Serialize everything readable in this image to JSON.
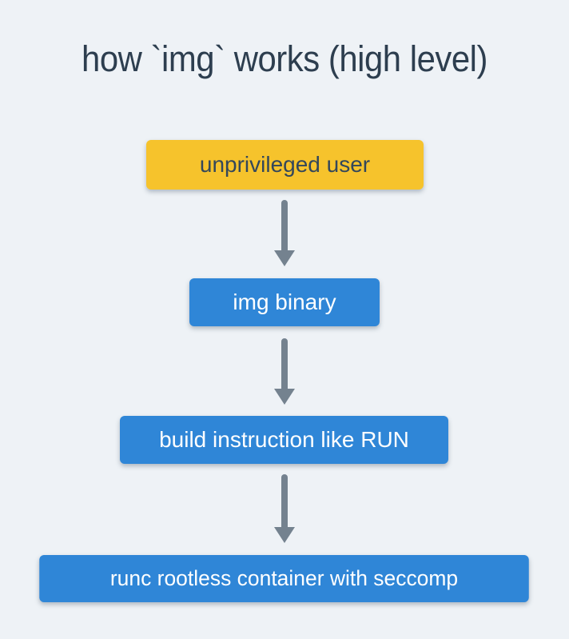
{
  "title": "how `img` works (high level)",
  "colors": {
    "background": "#eef2f6",
    "title_text": "#2d3e4f",
    "arrow": "#74828f",
    "box_yellow": "#f6c32c",
    "box_yellow_text": "#33475b",
    "box_blue": "#2f86d7",
    "box_blue_text": "#ffffff"
  },
  "nodes": [
    {
      "id": "unprivileged-user",
      "label": "unprivileged user",
      "color": "#f6c32c",
      "text_color": "#33475b"
    },
    {
      "id": "img-binary",
      "label": "img binary",
      "color": "#2f86d7",
      "text_color": "#ffffff"
    },
    {
      "id": "build-instruction",
      "label": "build instruction like RUN",
      "color": "#2f86d7",
      "text_color": "#ffffff"
    },
    {
      "id": "runc-rootless-container",
      "label": "runc rootless container with seccomp",
      "color": "#2f86d7",
      "text_color": "#ffffff"
    }
  ],
  "arrows": [
    {
      "from": "unprivileged-user",
      "to": "img-binary",
      "direction": "down"
    },
    {
      "from": "img-binary",
      "to": "build-instruction",
      "direction": "down"
    },
    {
      "from": "build-instruction",
      "to": "runc-rootless-container",
      "direction": "down"
    }
  ]
}
